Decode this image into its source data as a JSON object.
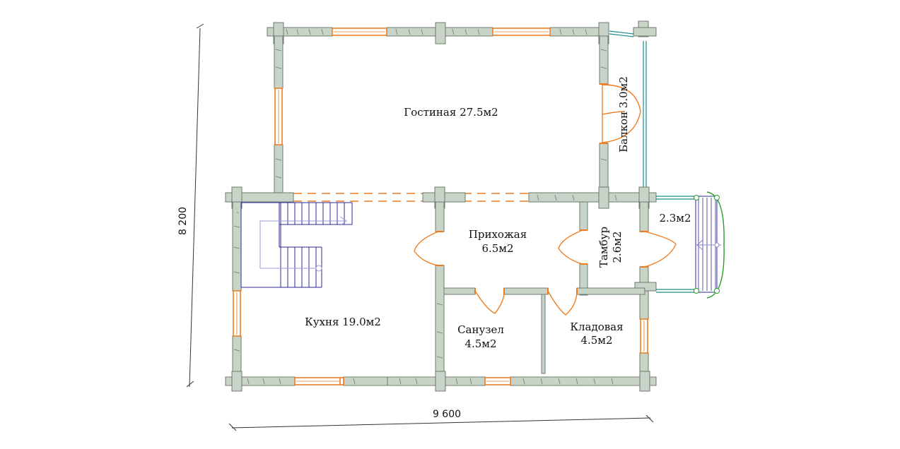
{
  "rooms": {
    "living": "Гостиная 27.5м2",
    "balcony": "Балкон 3.0м2",
    "hall_name": "Прихожая",
    "hall_area": "6.5м2",
    "vestibule_name": "Тамбур",
    "vestibule_area": "2.6м2",
    "porch": "2.3м2",
    "kitchen": "Кухня 19.0м2",
    "bathroom_name": "Санузел",
    "bathroom_area": "4.5м2",
    "pantry_name": "Кладовая",
    "pantry_area": "4.5м2"
  },
  "dimensions": {
    "width": "9 600",
    "height": "8 200"
  },
  "colors": {
    "wall_fill": "#c9d4c9",
    "wall_stroke": "#6d7a6d",
    "window_door": "#ee7d22",
    "stair": "#2e2a99",
    "railing": "#1a8a8a"
  }
}
